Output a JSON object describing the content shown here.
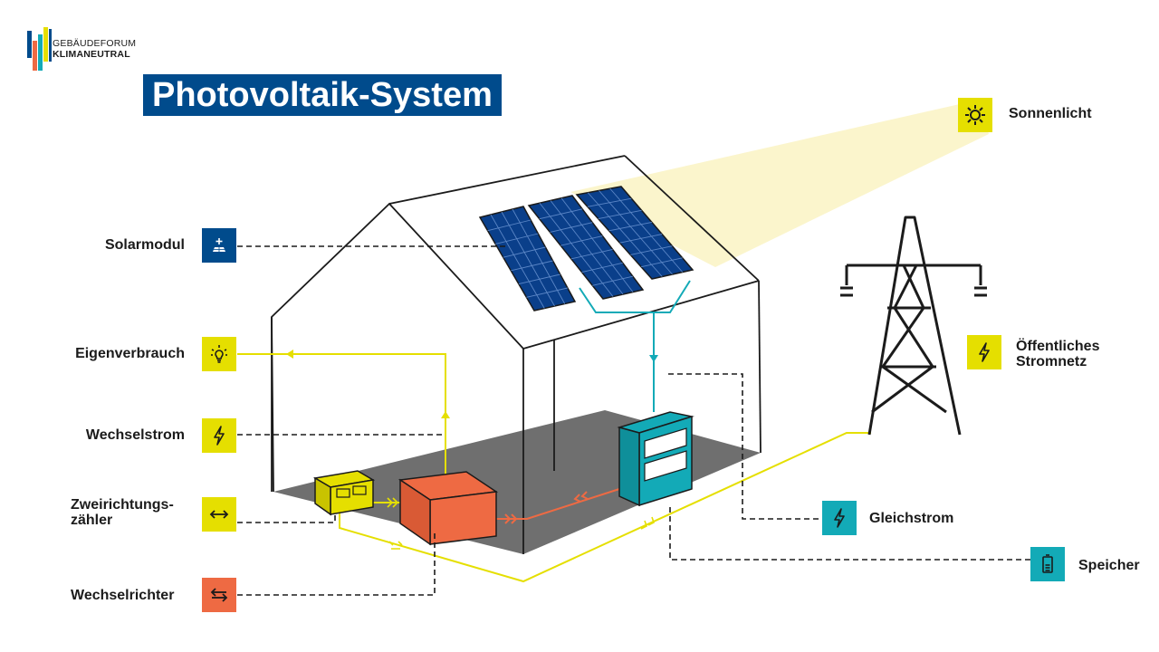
{
  "logo": {
    "line1": "GEBÄUDEFORUM",
    "line2": "KLIMANEUTRAL"
  },
  "title": "Photovoltaik-System",
  "labels": {
    "sun": "Sonnenlicht",
    "solar_module": "Solarmodul",
    "self_consumption": "Eigenverbrauch",
    "alternating_current": "Wechselstrom",
    "bidirectional_meter_line1": "Zweirichtungs-",
    "bidirectional_meter_line2": "zähler",
    "inverter": "Wechselrichter",
    "public_grid_line1": "Öffentliches",
    "public_grid_line2": "Stromnetz",
    "direct_current": "Gleichstrom",
    "storage": "Speicher"
  },
  "icons": {
    "sun": "sun-icon",
    "solar_module": "solar-panel-icon",
    "self_consumption": "light-bulb-icon",
    "alternating_current": "lightning-icon",
    "bidirectional_meter": "double-arrow-icon",
    "inverter": "swap-arrows-icon",
    "public_grid": "lightning-icon",
    "direct_current": "lightning-icon",
    "storage": "battery-icon"
  },
  "colors": {
    "title_bg": "#004b8c",
    "blue": "#004b8c",
    "yellow": "#e5df00",
    "orange": "#ee6a43",
    "teal": "#13aab7",
    "floor": "#6f6f6f",
    "sunbeam": "#fbf5cc",
    "panel": "#0a3f8a"
  }
}
